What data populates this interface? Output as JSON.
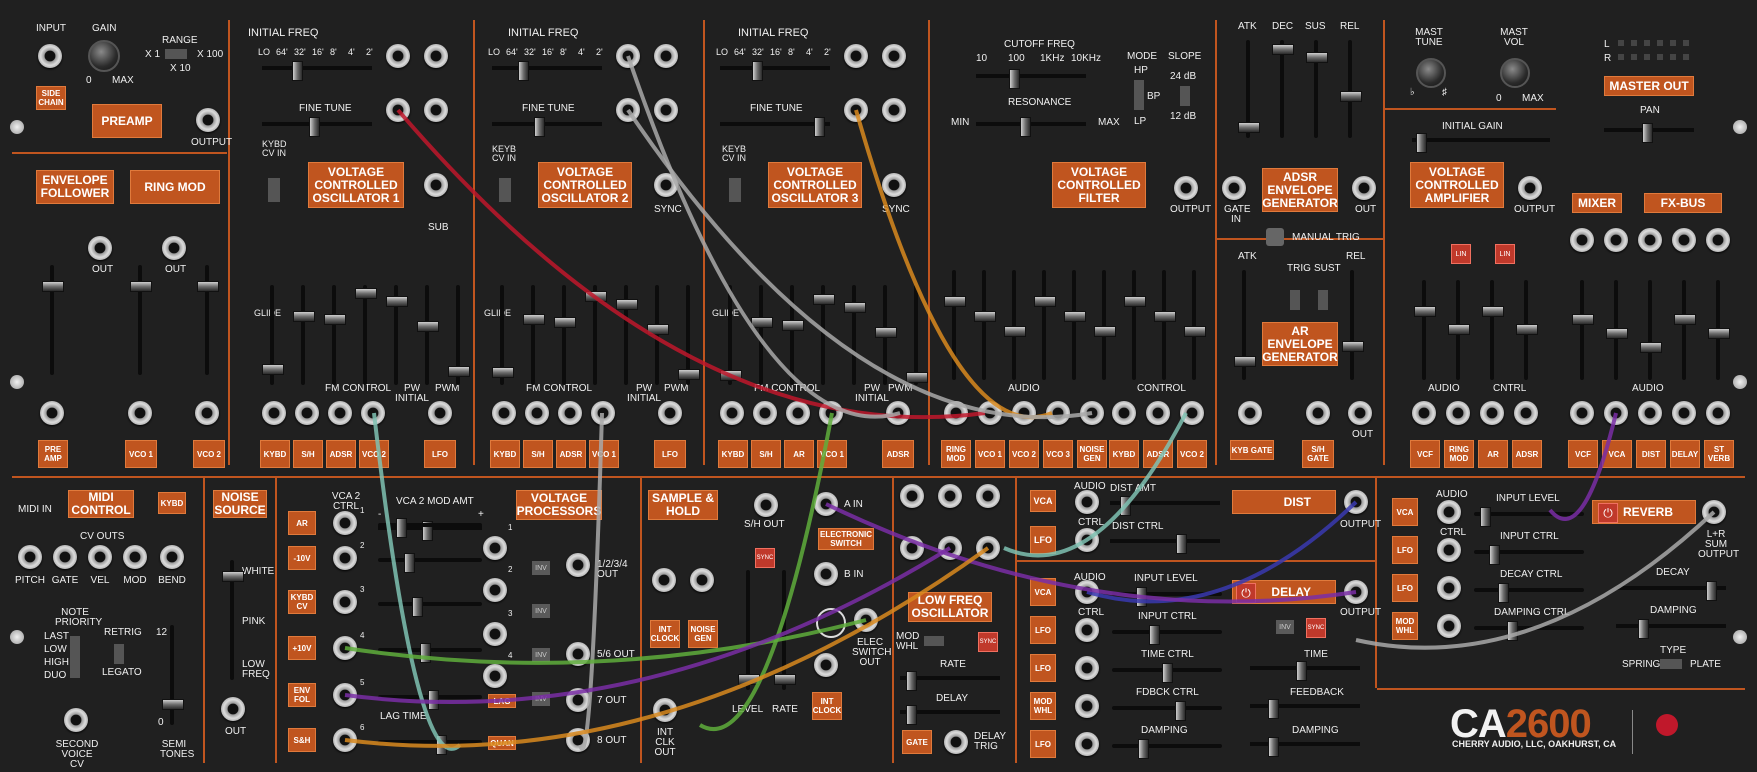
{
  "brand": {
    "logo": "CA",
    "model": "2600",
    "maker": "CHERRY AUDIO, LLC, OAKHURST, CA"
  },
  "preamp": {
    "input": "INPUT",
    "gain": "GAIN",
    "gain_min": "0",
    "gain_max": "MAX",
    "range": "RANGE",
    "x1": "X 1",
    "x10": "X 10",
    "x100": "X 100",
    "sidechain": "SIDE CHAIN",
    "title": "PREAMP",
    "output": "OUTPUT"
  },
  "envfollower": {
    "title": "ENVELOPE FOLLOWER",
    "out": "OUT"
  },
  "ringmod": {
    "title": "RING MOD",
    "out": "OUT"
  },
  "left_mix": {
    "labels": [
      "PRE AMP",
      "VCO 1",
      "VCO 2"
    ]
  },
  "vco": [
    {
      "title": "VOLTAGE CONTROLLED OSCILLATOR 1",
      "initial_freq": "INITIAL FREQ",
      "fine_tune": "FINE TUNE",
      "kybd_cv_in": "KYBD CV IN",
      "ranges": [
        "LO",
        "64'",
        "32'",
        "16'",
        "8'",
        "4'",
        "2'"
      ],
      "glide": "GLIDE",
      "fm_control": "FM CONTROL",
      "pw_initial": "PW INITIAL",
      "pwm": "PWM",
      "mods": [
        "KYBD",
        "S/H",
        "ADSR",
        "VCO 2"
      ],
      "pwm_src": "LFO",
      "sub": "SUB"
    },
    {
      "title": "VOLTAGE CONTROLLED OSCILLATOR 2",
      "initial_freq": "INITIAL FREQ",
      "fine_tune": "FINE TUNE",
      "kybd_cv_in": "KEYB CV IN",
      "ranges": [
        "LO",
        "64'",
        "32'",
        "16'",
        "8'",
        "4'",
        "2'"
      ],
      "glide": "GLIDE",
      "fm_control": "FM CONTROL",
      "pw_initial": "PW INITIAL",
      "pwm": "PWM",
      "mods": [
        "KYBD",
        "S/H",
        "ADSR",
        "VCO 1"
      ],
      "pwm_src": "LFO",
      "sync": "SYNC"
    },
    {
      "title": "VOLTAGE CONTROLLED OSCILLATOR 3",
      "initial_freq": "INITIAL FREQ",
      "fine_tune": "FINE TUNE",
      "kybd_cv_in": "KEYB CV IN",
      "ranges": [
        "LO",
        "64'",
        "32'",
        "16'",
        "8'",
        "4'",
        "2'"
      ],
      "glide": "GLIDE",
      "fm_control": "FM CONTROL",
      "pw_initial": "PW INITIAL",
      "pwm": "PWM",
      "mods": [
        "KYBD",
        "S/H",
        "AR",
        "VCO 1"
      ],
      "pwm_src": "ADSR",
      "sync": "SYNC"
    }
  ],
  "vcf": {
    "title": "VOLTAGE CONTROLLED FILTER",
    "cutoff": "CUTOFF FREQ",
    "scale": [
      "10",
      "100",
      "1KHz",
      "10KHz"
    ],
    "resonance": "RESONANCE",
    "min": "MIN",
    "max": "MAX",
    "mode": "MODE",
    "modes": [
      "HP",
      "BP",
      "LP"
    ],
    "slope": "SLOPE",
    "slopes": [
      "24 dB",
      "12 dB"
    ],
    "output": "OUTPUT",
    "audio": "AUDIO",
    "control": "CONTROL",
    "audio_src": [
      "RING MOD",
      "VCO 1",
      "VCO 2",
      "VCO 3",
      "NOISE GEN"
    ],
    "ctrl_src": [
      "KYBD",
      "ADSR",
      "VCO 2"
    ]
  },
  "adsr": {
    "labels": [
      "ATK",
      "DEC",
      "SUS",
      "REL"
    ],
    "title": "ADSR ENVELOPE GENERATOR",
    "gate_in": "GATE IN",
    "out": "OUT",
    "manual_trig": "MANUAL TRIG"
  },
  "ar": {
    "atk": "ATK",
    "rel": "REL",
    "trig": "TRIG",
    "sust": "SUST",
    "title": "AR ENVELOPE GENERATOR",
    "kyb_gate": "KYB GATE",
    "sh_gate": "S/H GATE",
    "out": "OUT"
  },
  "master": {
    "mast_tune": "MAST TUNE",
    "mast_vol": "MAST VOL",
    "vol_min": "0",
    "vol_max": "MAX",
    "flat": "♭",
    "sharp": "♯",
    "l": "L",
    "r": "R",
    "title": "MASTER OUT",
    "pan": "PAN",
    "mixer": "MIXER",
    "fxbus": "FX-BUS",
    "audio": "AUDIO",
    "mix_src": [
      "VCF",
      "VCA",
      "DIST",
      "DELAY",
      "ST VERB"
    ]
  },
  "vca": {
    "initial_gain": "INITIAL GAIN",
    "title": "VOLTAGE CONTROLLED AMPLIFIER",
    "output": "OUTPUT",
    "lin": "LIN",
    "audio": "AUDIO",
    "cntrl": "CNTRL",
    "src": [
      "VCF",
      "RING MOD",
      "AR",
      "ADSR"
    ]
  },
  "midi": {
    "midi_in": "MIDI IN",
    "title": "MIDI CONTROL",
    "kybd": "KYBD",
    "cv_outs": "CV OUTS",
    "cv": [
      "PITCH",
      "GATE",
      "VEL",
      "MOD",
      "BEND"
    ],
    "note_priority": "NOTE PRIORITY",
    "priorities": [
      "LAST",
      "LOW",
      "HIGH",
      "DUO"
    ],
    "retrig": "RETRIG",
    "legato": "LEGATO",
    "second_voice": "SECOND VOICE CV",
    "semi": "SEMI TONES",
    "semi_max": "12",
    "semi_min": "0"
  },
  "noise": {
    "title": "NOISE SOURCE",
    "white": "WHITE",
    "pink": "PINK",
    "lowfreq": "LOW FREQ",
    "out": "OUT"
  },
  "vproc": {
    "title": "VOLTAGE PROCESSORS",
    "vca2": "VCA 2 CTRL",
    "mod_amt": "VCA 2 MOD AMT",
    "minus": "-",
    "plus": "+",
    "src": [
      "AR",
      "-10V",
      "KYBD CV",
      "+10V",
      "ENV FOL",
      "S&H"
    ],
    "nums": [
      "1",
      "2",
      "3",
      "4",
      "5",
      "6",
      "7",
      "8"
    ],
    "outs": [
      "1/2/3/4 OUT",
      "5/6 OUT",
      "7 OUT",
      "8 OUT"
    ],
    "inv": "INV",
    "lag_time": "LAG TIME",
    "lag": "LAG",
    "quan": "QUAN"
  },
  "sh": {
    "title": "SAMPLE & HOLD",
    "sh_out": "S/H OUT",
    "sync": "SYNC",
    "int_clock": "INT CLOCK",
    "noise_gen": "NOISE GEN",
    "level": "LEVEL",
    "rate": "RATE",
    "int_clk_out": "INT CLK OUT"
  },
  "eswitch": {
    "title": "ELECTRONIC SWITCH",
    "a_in": "A IN",
    "b_in": "B IN",
    "out": "ELEC SWITCH OUT",
    "int_clock": "INT CLOCK"
  },
  "lfo": {
    "title": "LOW FREQ OSCILLATOR",
    "mod_whl": "MOD WHL",
    "sync": "SYNC",
    "rate": "RATE",
    "delay": "DELAY",
    "gate": "GATE",
    "delay_trig": "DELAY TRIG"
  },
  "dist": {
    "audio": "AUDIO",
    "ctrl": "CTRL",
    "vca": "VCA",
    "lfo": "LFO",
    "dist_amt": "DIST AMT",
    "dist_ctrl": "DIST CTRL",
    "title": "DIST",
    "output": "OUTPUT"
  },
  "delay": {
    "audio": "AUDIO",
    "ctrl": "CTRL",
    "src": [
      "VCA",
      "LFO",
      "LFO",
      "MOD WHL",
      "LFO"
    ],
    "input_level": "INPUT LEVEL",
    "input_ctrl": "INPUT CTRL",
    "time_ctrl": "TIME CTRL",
    "fdbck_ctrl": "FDBCK CTRL",
    "damping": "DAMPING",
    "title": "DELAY",
    "output": "OUTPUT",
    "time": "TIME",
    "feedback": "FEEDBACK",
    "inv": "INV",
    "sync": "SYNC"
  },
  "reverb": {
    "audio": "AUDIO",
    "ctrl": "CTRL",
    "src": [
      "VCA",
      "LFO",
      "LFO",
      "MOD WHL"
    ],
    "input_level": "INPUT LEVEL",
    "input_ctrl": "INPUT CTRL",
    "decay_ctrl": "DECAY CTRL",
    "damping_ctrl": "DAMPING CTRL",
    "title": "REVERB",
    "sum_out": "L+R SUM OUTPUT",
    "decay": "DECAY",
    "damping": "DAMPING",
    "type": "TYPE",
    "spring": "SPRING",
    "plate": "PLATE"
  },
  "colors": {
    "panel": "#202020",
    "accent": "#c0551f",
    "cable_red": "#c0182b",
    "cable_orange": "#d98a1e",
    "cable_grey": "#a9a9a9",
    "cable_green": "#5fae3c",
    "cable_blue": "#3a3ab0",
    "cable_purple": "#7a2ea6",
    "cable_teal": "#7fc2b3"
  }
}
